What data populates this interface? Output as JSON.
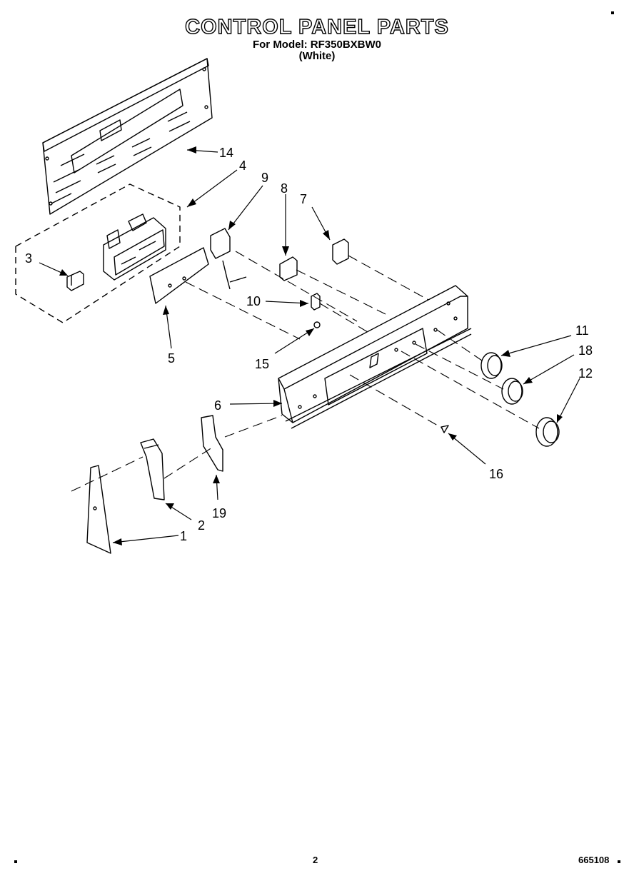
{
  "header": {
    "title": "CONTROL PANEL PARTS",
    "model_line": "For Model: RF350BXBW0",
    "color_line": "(White)"
  },
  "callouts": [
    "14",
    "4",
    "9",
    "8",
    "7",
    "3",
    "5",
    "10",
    "15",
    "11",
    "18",
    "12",
    "6",
    "16",
    "19",
    "2",
    "1"
  ],
  "footer": {
    "page_number": "2",
    "doc_number": "665108"
  }
}
